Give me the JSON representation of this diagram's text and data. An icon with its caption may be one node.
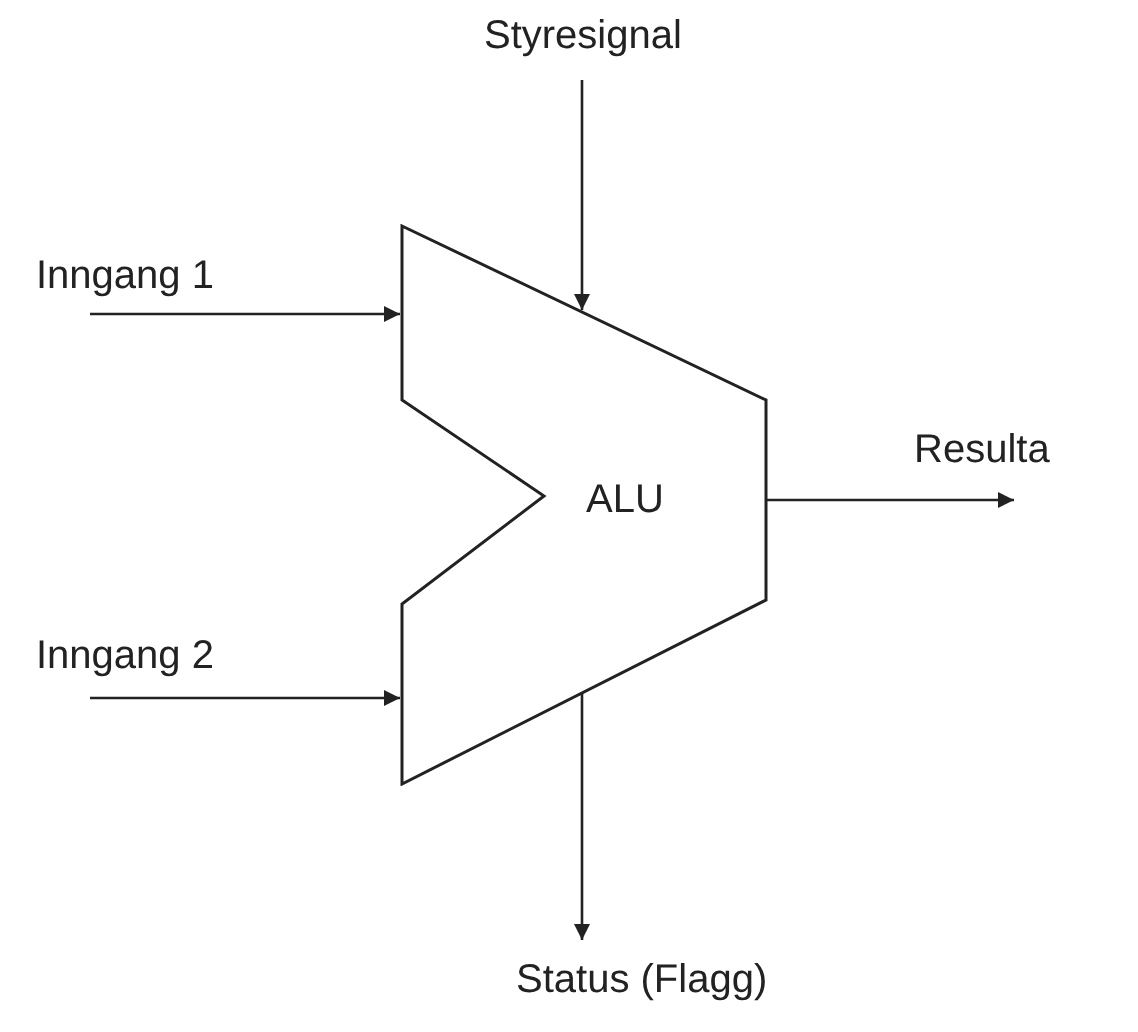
{
  "diagram": {
    "nodes": [
      {
        "text": [
          "ALU"
        ]
      },
      {
        "text": [
          "Styresignal"
        ]
      },
      {
        "text": [
          "Inngang 1"
        ]
      },
      {
        "text": [
          "Inngang 2"
        ]
      },
      {
        "text": [
          "Resulta"
        ]
      },
      {
        "text": [
          "Status (Flagg)"
        ]
      }
    ],
    "edges": [
      {
        "from": 1,
        "to": 0,
        "arrow": "to"
      },
      {
        "from": 2,
        "to": 0,
        "arrow": "to"
      },
      {
        "from": 3,
        "to": 0,
        "arrow": "to"
      },
      {
        "from": 0,
        "to": 4,
        "arrow": "to"
      },
      {
        "from": 0,
        "to": 5,
        "arrow": "to"
      }
    ]
  }
}
